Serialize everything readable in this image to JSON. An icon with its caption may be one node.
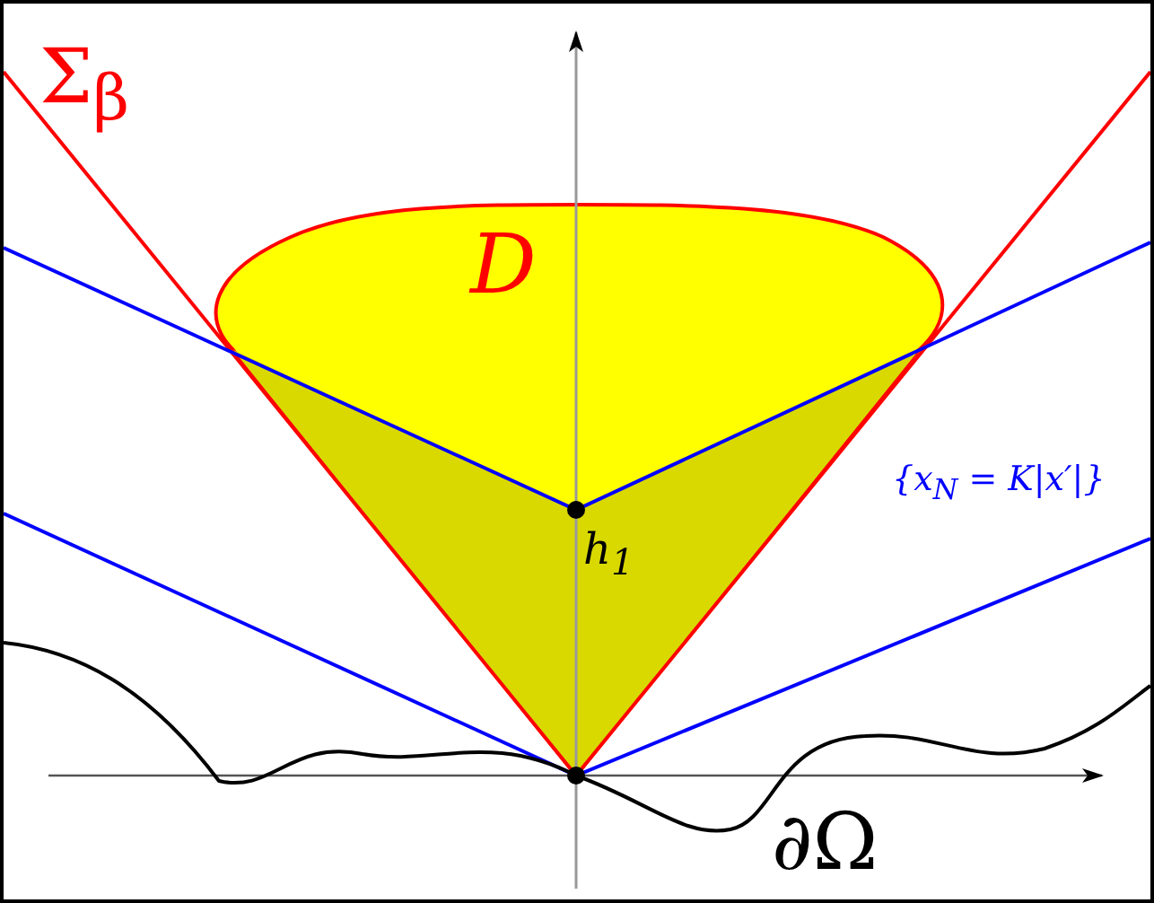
{
  "diagram": {
    "nodes": [
      {
        "text": [
          "D"
        ]
      }
    ],
    "labels": [
      "Σ$_{β}$",
      "h$_{1}$",
      "{x$_{N}$ = K|x′|}",
      "∂Ω"
    ]
  }
}
